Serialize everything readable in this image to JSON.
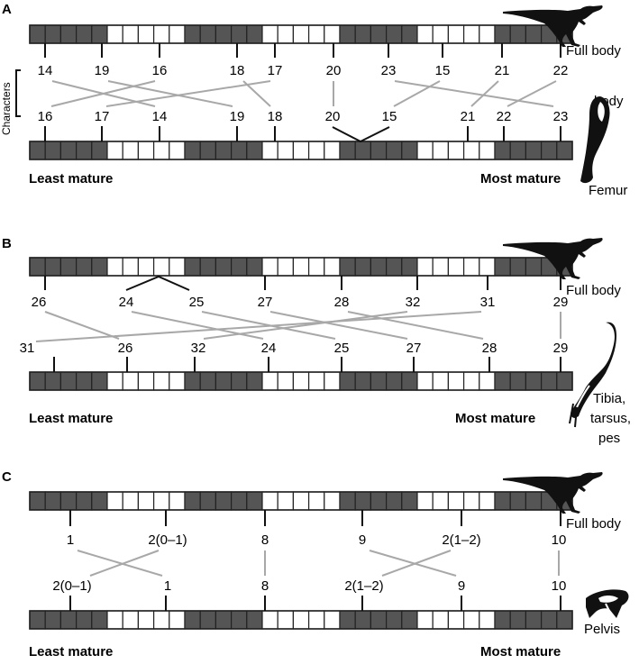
{
  "colors": {
    "dark_cell": "#555555",
    "light_cell": "#ffffff",
    "stroke": "#222222",
    "gray_line": "#a8a8a8",
    "black_line": "#111111"
  },
  "labels": {
    "characters": "Characters",
    "least_mature": "Least mature",
    "most_mature": "Most mature",
    "full_body": "Full body"
  },
  "icons": {
    "body": "dinosaur-silhouette-icon",
    "femur": "femur-icon",
    "tibia": "tibia-tarsus-pes-icon",
    "pelvis": "pelvis-icon"
  },
  "panels": [
    {
      "letter": "A",
      "element_label": [
        "body",
        "Femur"
      ],
      "top_labels": [
        "14",
        "19",
        "16",
        "18",
        "17",
        "20",
        "23",
        "15",
        "21",
        "22"
      ],
      "bottom_labels": [
        "16",
        "17",
        "14",
        "19",
        "18",
        "20",
        "15",
        "21",
        "22",
        "23"
      ]
    },
    {
      "letter": "B",
      "element_label": [
        "Tibia,",
        "tarsus,",
        "pes"
      ],
      "top_labels": [
        "26",
        "24",
        "25",
        "27",
        "28",
        "32",
        "31",
        "29"
      ],
      "bottom_labels": [
        "31",
        "26",
        "32",
        "24",
        "25",
        "27",
        "28",
        "29"
      ]
    },
    {
      "letter": "C",
      "element_label": [
        "Pelvis"
      ],
      "top_labels": [
        "1",
        "2(0–1)",
        "8",
        "9",
        "2(1–2)",
        "10"
      ],
      "bottom_labels": [
        "2(0–1)",
        "1",
        "8",
        "2(1–2)",
        "9",
        "10"
      ]
    }
  ]
}
